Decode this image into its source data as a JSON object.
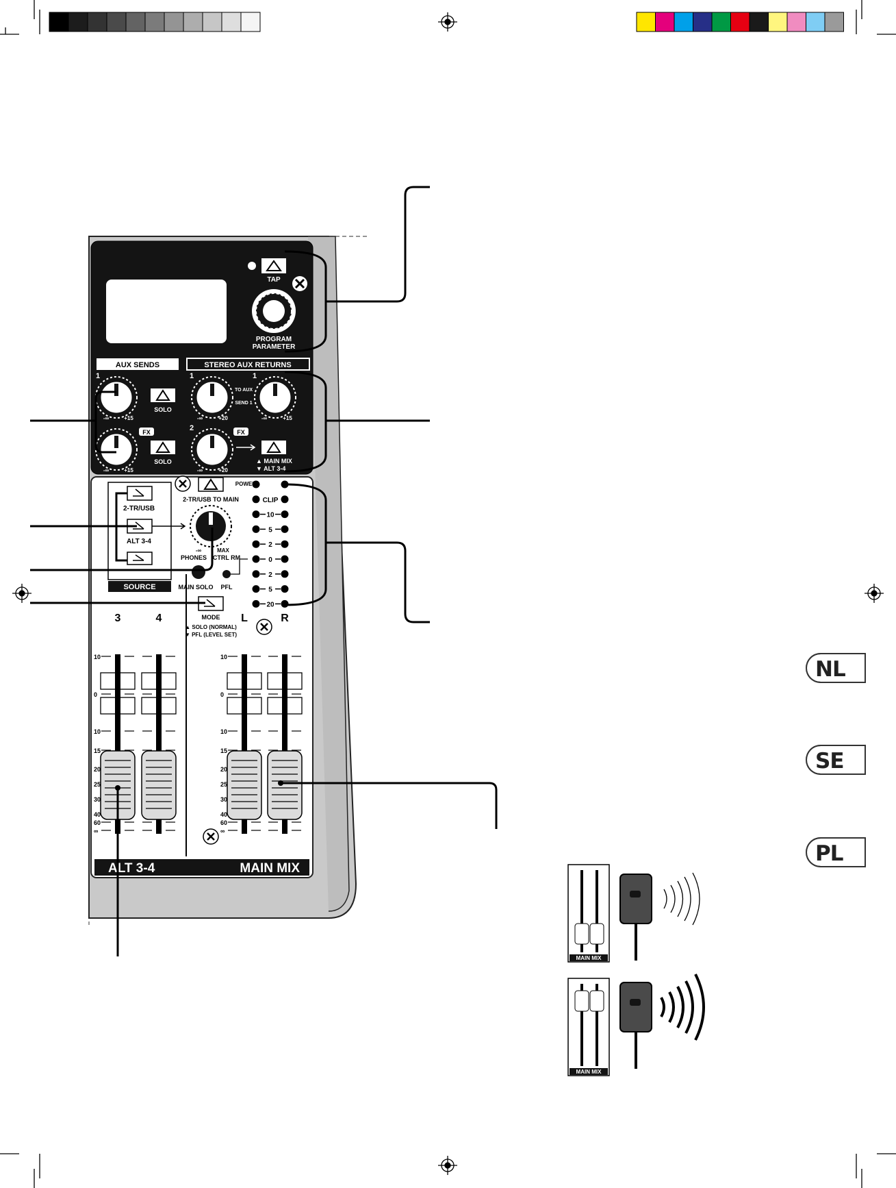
{
  "color_bars": {
    "gray": [
      "#000000",
      "#1c1c1c",
      "#333333",
      "#4a4a4a",
      "#636363",
      "#7b7b7b",
      "#949494",
      "#adadad",
      "#c6c6c6",
      "#dedede",
      "#f5f5f5"
    ],
    "color": [
      "#ffe600",
      "#e4007c",
      "#00a0e9",
      "#262f87",
      "#009944",
      "#e60012",
      "#1a1a1a",
      "#fff67f",
      "#f08cc0",
      "#7fcdf4",
      "#9a9a9a"
    ]
  },
  "fx_section": {
    "tap_label": "TAP",
    "program_label": "PROGRAM",
    "parameter_label": "PARAMETER"
  },
  "aux_sends": {
    "title": "AUX SENDS",
    "knob1_number": "1",
    "solo1": "SOLO",
    "solo2": "SOLO",
    "fx_badge": "FX",
    "min": "-∞",
    "max": "+15"
  },
  "stereo_aux_returns": {
    "title": "STEREO AUX RETURNS",
    "ret1_number": "1",
    "ret1b_number": "1",
    "ret2_number": "2",
    "to_aux": "TO AUX",
    "send1": "SEND 1",
    "fx_badge": "FX",
    "min": "-∞",
    "max20": "+20",
    "max15": "+15",
    "main_mix": "▲ MAIN MIX",
    "alt34": "▼ ALT 3-4"
  },
  "source": {
    "btn1": "2-TR/USB",
    "btn2": "ALT 3-4",
    "title": "SOURCE",
    "to_main": "2-TR/USB TO MAIN",
    "knob_min": "-∞",
    "knob_max": "MAX",
    "phones": "PHONES",
    "ctrl_rm": "CTRL RM",
    "main_solo": "MAIN SOLO",
    "pfl": "PFL",
    "mode": "MODE",
    "mode_up": "▲ SOLO (NORMAL)",
    "mode_down": "▼ PFL (LEVEL SET)"
  },
  "meters": {
    "power": "POWER",
    "clip": "CLIP",
    "levels": [
      "10",
      "5",
      "2",
      "0",
      "2",
      "5",
      "20"
    ],
    "left": "L",
    "right": "R"
  },
  "channels": {
    "ch3": "3",
    "ch4": "4",
    "scale": [
      "10",
      "0",
      "10",
      "15",
      "20",
      "25",
      "30",
      "40",
      "60",
      "∞"
    ],
    "alt_label": "ALT 3-4",
    "main_label": "MAIN MIX"
  },
  "languages": [
    "NL",
    "SE",
    "PL"
  ],
  "mini_panels": {
    "label1": "MAIN MIX",
    "label2": "MAIN MIX"
  }
}
